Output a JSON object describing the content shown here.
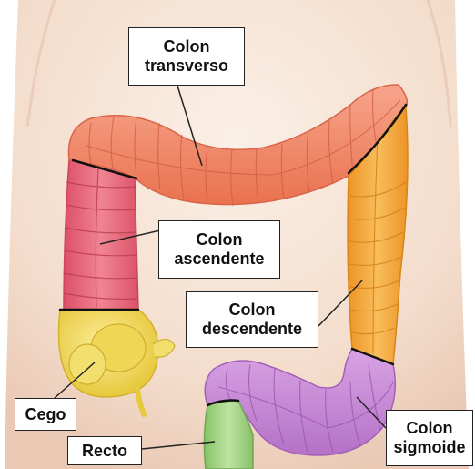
{
  "labels": {
    "transverse": {
      "line1": "Colon",
      "line2": "transverso"
    },
    "ascending": {
      "line1": "Colon",
      "line2": "ascendente"
    },
    "descending": {
      "line1": "Colon",
      "line2": "descendente"
    },
    "cecum": {
      "text": "Cego"
    },
    "rectum": {
      "text": "Recto"
    },
    "sigmoid": {
      "line1": "Colon",
      "line2": "sigmoide"
    }
  },
  "colors": {
    "skin": "#f6e2d2",
    "transverse": "#f08a6e",
    "ascending": "#e8687a",
    "descending": "#f3a43c",
    "cecum": "#f3dd5e",
    "sigmoid": "#c98ad8",
    "rectum": "#9fd07c",
    "boundary": "#111111"
  }
}
